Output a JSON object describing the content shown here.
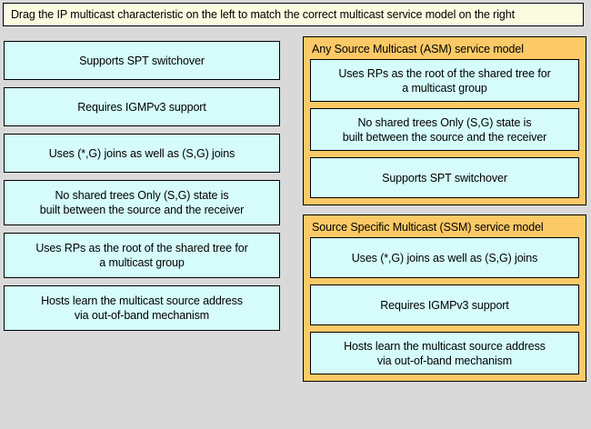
{
  "instruction": {
    "text": "Drag the IP multicast characteristic on the left to match the correct multicast service model on the right"
  },
  "colors": {
    "page_background": "#d9d9d9",
    "instruction_background": "#fbfbe0",
    "item_background": "#d5fbfb",
    "category_background": "#fbc966",
    "border": "#000000",
    "text": "#000000"
  },
  "source_items": [
    {
      "line1": "Supports SPT switchover",
      "line2": ""
    },
    {
      "line1": "Requires IGMPv3 support",
      "line2": ""
    },
    {
      "line1": "Uses (*,G) joins as well as (S,G) joins",
      "line2": ""
    },
    {
      "line1": "No shared trees Only (S,G) state is",
      "line2": "built between the source and the receiver"
    },
    {
      "line1": "Uses RPs as the root of the shared tree for",
      "line2": "a multicast group"
    },
    {
      "line1": "Hosts learn the multicast source address",
      "line2": "via out-of-band mechanism"
    }
  ],
  "categories": [
    {
      "title": "Any Source Multicast (ASM) service model",
      "items": [
        {
          "line1": "Uses RPs as the root of the shared tree for",
          "line2": "a multicast group"
        },
        {
          "line1": "No shared trees Only (S,G) state is",
          "line2": "built between the source and the receiver"
        },
        {
          "line1": "Supports SPT switchover",
          "line2": ""
        }
      ]
    },
    {
      "title": "Source Specific Multicast (SSM) service model",
      "items": [
        {
          "line1": "Uses (*,G) joins as well as (S,G) joins",
          "line2": ""
        },
        {
          "line1": "Requires IGMPv3 support",
          "line2": ""
        },
        {
          "line1": "Hosts learn the multicast source address",
          "line2": "via out-of-band mechanism"
        }
      ]
    }
  ]
}
